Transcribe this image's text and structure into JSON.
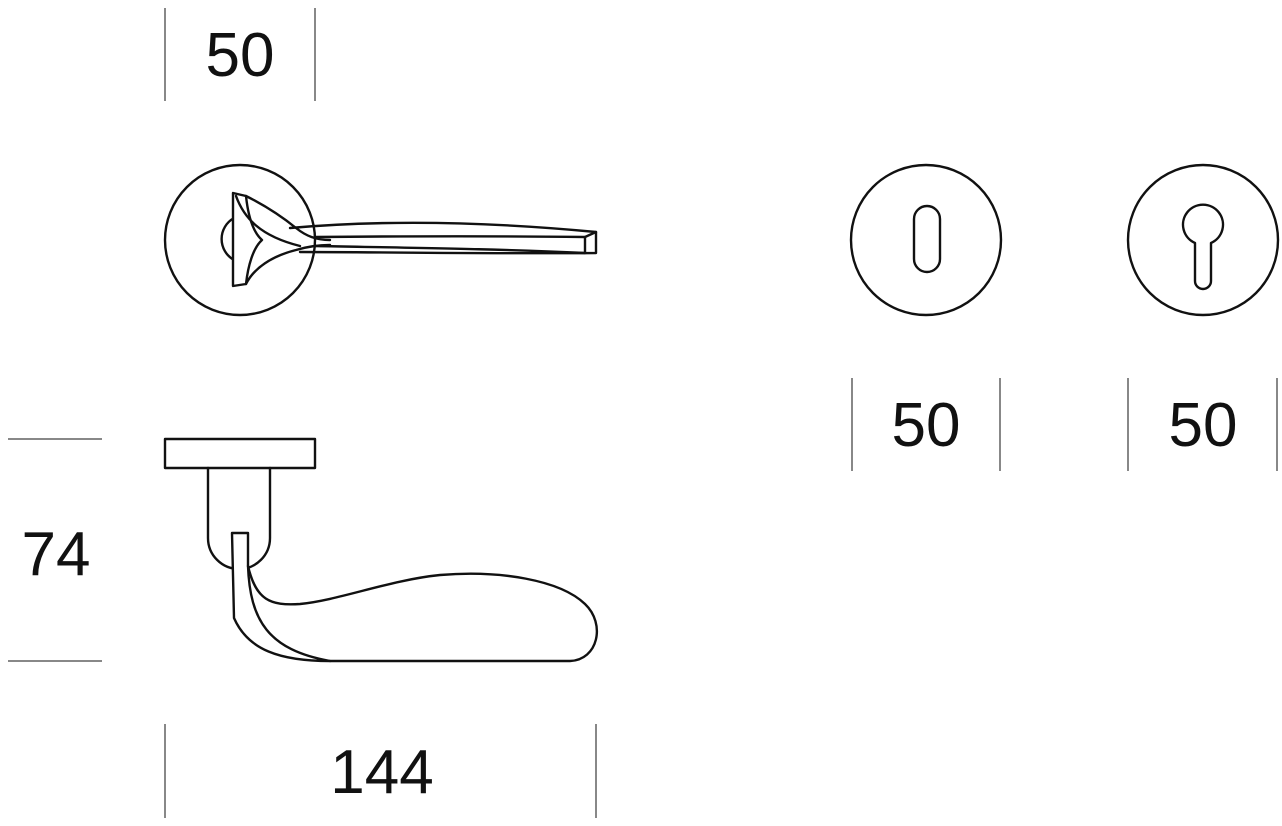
{
  "drawing": {
    "dimensions": {
      "rose_top_width": "50",
      "escutcheon_key_width": "50",
      "escutcheon_cylinder_width": "50",
      "handle_height": "74",
      "handle_length": "144"
    }
  },
  "colors": {
    "line": "#111111",
    "background": "#ffffff"
  }
}
